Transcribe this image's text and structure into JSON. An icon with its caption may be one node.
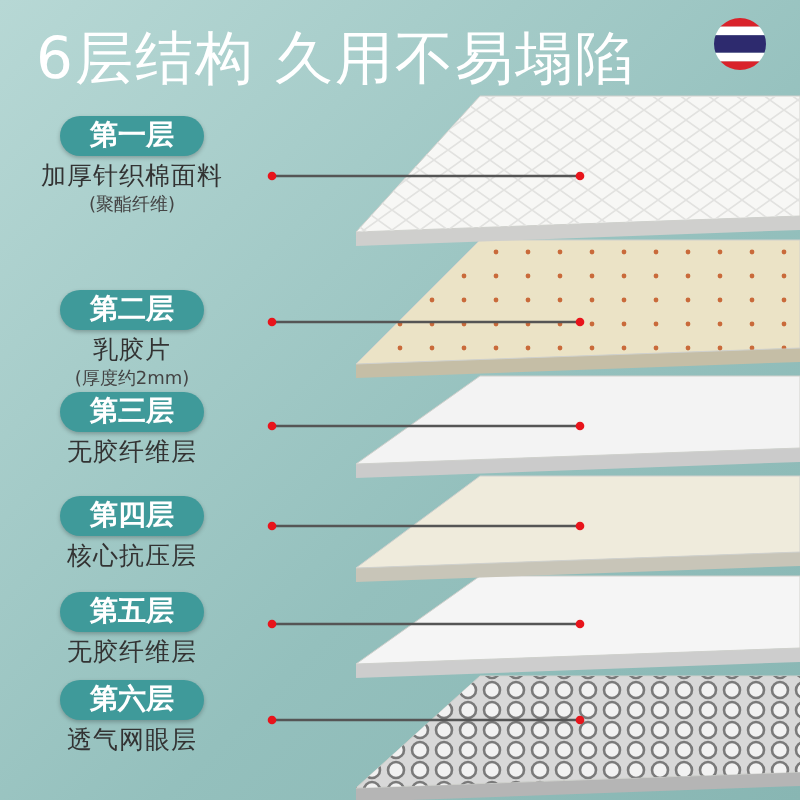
{
  "diagram": {
    "title": "6层结构 久用不易塌陷",
    "nodes": [
      {
        "text": [
          "第一层",
          "加厚针织棉面料",
          "(聚酯纤维)"
        ]
      },
      {
        "text": [
          "第二层",
          "乳胶片",
          "(厚度约2mm)"
        ]
      },
      {
        "text": [
          "第三层",
          "无胶纤维层"
        ]
      },
      {
        "text": [
          "第四层",
          "核心抗压层"
        ]
      },
      {
        "text": [
          "第五层",
          "无胶纤维层"
        ]
      },
      {
        "text": [
          "第六层",
          "透气网眼层"
        ]
      },
      {
        "text": [],
        "shape": "picture"
      },
      {
        "text": [],
        "shape": "picture"
      },
      {
        "text": [],
        "shape": "picture"
      },
      {
        "text": [],
        "shape": "picture"
      },
      {
        "text": [],
        "shape": "picture"
      },
      {
        "text": [],
        "shape": "picture"
      }
    ],
    "edges": [
      {
        "from": 0,
        "to": 6,
        "arrow": "other"
      },
      {
        "from": 1,
        "to": 7,
        "arrow": "other"
      },
      {
        "from": 2,
        "to": 8,
        "arrow": "other"
      },
      {
        "from": 3,
        "to": 9,
        "arrow": "other"
      },
      {
        "from": 4,
        "to": 10,
        "arrow": "other"
      },
      {
        "from": 5,
        "to": 11,
        "arrow": "other"
      }
    ]
  }
}
